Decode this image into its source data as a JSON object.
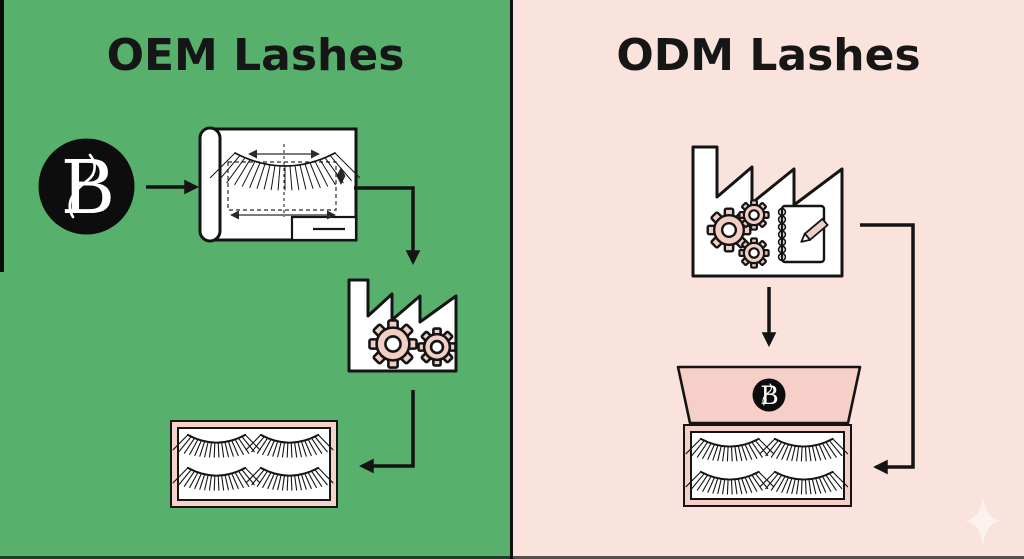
{
  "titles": {
    "left": "OEM Lashes",
    "right": "ODM Lashes"
  },
  "brand": {
    "monogram": "B"
  },
  "colors": {
    "left_bg": "#57b16d",
    "right_bg": "#fbe3dd",
    "ink": "#141414",
    "icon_white": "#ffffff",
    "accent_pink": "#f2cec5",
    "frame_pink": "#f5d2ca",
    "logo_bg": "#0d0d0d",
    "sparkle": "#ffffff"
  },
  "left_flow": {
    "step1": "brand-logo",
    "step2": "lash-design-blueprint",
    "step3": "factory-production",
    "step4": "finished-lash-tray"
  },
  "right_flow": {
    "step1": "factory-with-inhouse-design",
    "step2": "branded-lash-box"
  },
  "decor": {
    "sparkle": "four-point-star"
  }
}
